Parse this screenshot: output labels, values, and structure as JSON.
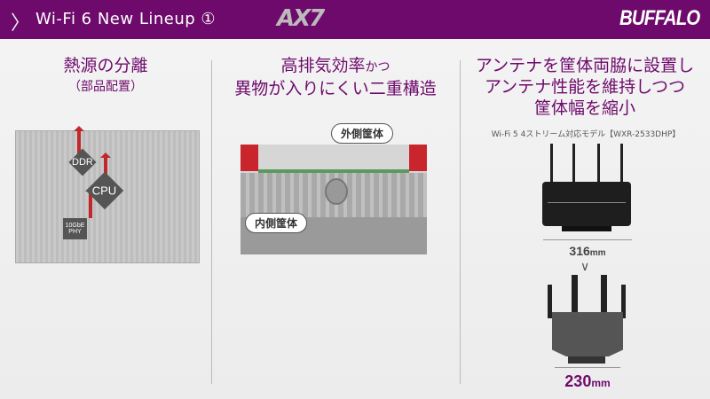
{
  "header": {
    "title": "Wi-Fi 6 New Lineup ①",
    "ax_logo": "AX7",
    "brand": "BUFFALO"
  },
  "col1": {
    "title": "熱源の分離",
    "subtitle": "（部品配置）",
    "chips": [
      "DDR",
      "CPU",
      "10GbE PHY"
    ]
  },
  "col2": {
    "title_line1": "高排気効率",
    "title_small": "かつ",
    "title_line2": "異物が入りにくい二重構造",
    "label_outer": "外側筐体",
    "label_inner": "内側筐体"
  },
  "col3": {
    "title_lines": [
      "アンテナを筐体両脇に設置し",
      "アンテナ性能を維持しつつ",
      "筐体幅を縮小"
    ],
    "caption": "Wi-Fi 5 4ストリーム対応モデル【WXR-2533DHP】",
    "old_width": "316",
    "new_width": "230",
    "unit": "mm"
  }
}
